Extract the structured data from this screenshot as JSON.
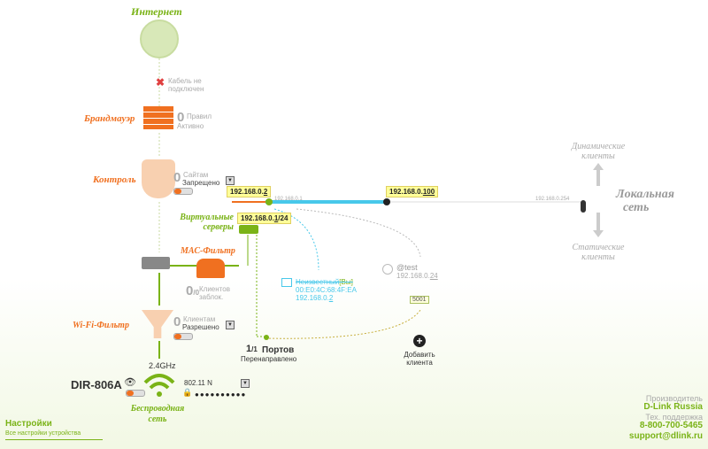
{
  "internet": {
    "label": "Интернет",
    "cable_status": "Кабель не подключен"
  },
  "firewall": {
    "label": "Брандмауэр",
    "count": "0",
    "count_label": "Правил",
    "status": "Активно"
  },
  "control": {
    "label": "Контроль",
    "count": "0",
    "count_label": "Сайтам",
    "mode": "Запрещено"
  },
  "vservers": {
    "label_line1": "Виртуальные",
    "label_line2": "серверы"
  },
  "mac_filter": {
    "label": "МАС-Фильтр",
    "count": "0",
    "count_unit": "/0",
    "count_label": "Клиентов заблок."
  },
  "wifi_filter": {
    "label": "Wi-Fi-Фильтр",
    "count": "0",
    "count_label": "Клиентам",
    "mode": "Разрешено"
  },
  "ports": {
    "count": "1",
    "count_unit": "/1",
    "label": "Портов",
    "sub": "Перенаправлено"
  },
  "add_client": {
    "label_line1": "Добавить",
    "label_line2": "клиента"
  },
  "network": {
    "wan_ip_prefix": "192.168.0.",
    "wan_ip_suffix": "2",
    "lan_ip_prefix": "192.168.0.",
    "lan_ip_suffix": "1",
    "lan_ip_mask": "/24",
    "gw_ip_prefix": "192.168.0.",
    "gw_ip_suffix": "100",
    "range_start": "192.168.0.1",
    "range_end": "192.168.0.254"
  },
  "clients": {
    "dynamic": {
      "line1": "Динамические",
      "line2": "клиенты"
    },
    "static": {
      "line1": "Статические",
      "line2": "клиенты"
    },
    "local_net": {
      "line1": "Локальная",
      "line2": "сеть"
    }
  },
  "unknown_client": {
    "name": "Неизвестный",
    "badge": "[Вы]",
    "mac": "00:E0:4C:68:4F:EA",
    "ip_prefix": "192.168.0.",
    "ip_suffix": "2"
  },
  "test_client": {
    "name": "@test",
    "ip_prefix": "192.168.0.",
    "ip_suffix": "24",
    "port": "5001"
  },
  "device": {
    "model": "DIR-806A",
    "band": "2.4GHz",
    "mode": "802.11 N",
    "password_mask": "●●●●●●●●●●"
  },
  "wireless": {
    "line1": "Беспроводная",
    "line2": "сеть"
  },
  "settings": {
    "title": "Настройки",
    "subtitle": "Все настройки устройства"
  },
  "support": {
    "manufacturer_label": "Производитель",
    "brand": "D-Link Russia",
    "support_label": "Тех. поддержка",
    "phone": "8-800-700-5465",
    "email": "support@dlink.ru"
  },
  "colors": {
    "accent_orange": "#f07020",
    "accent_green": "#7ab317",
    "lan_line": "#48c8ea"
  }
}
